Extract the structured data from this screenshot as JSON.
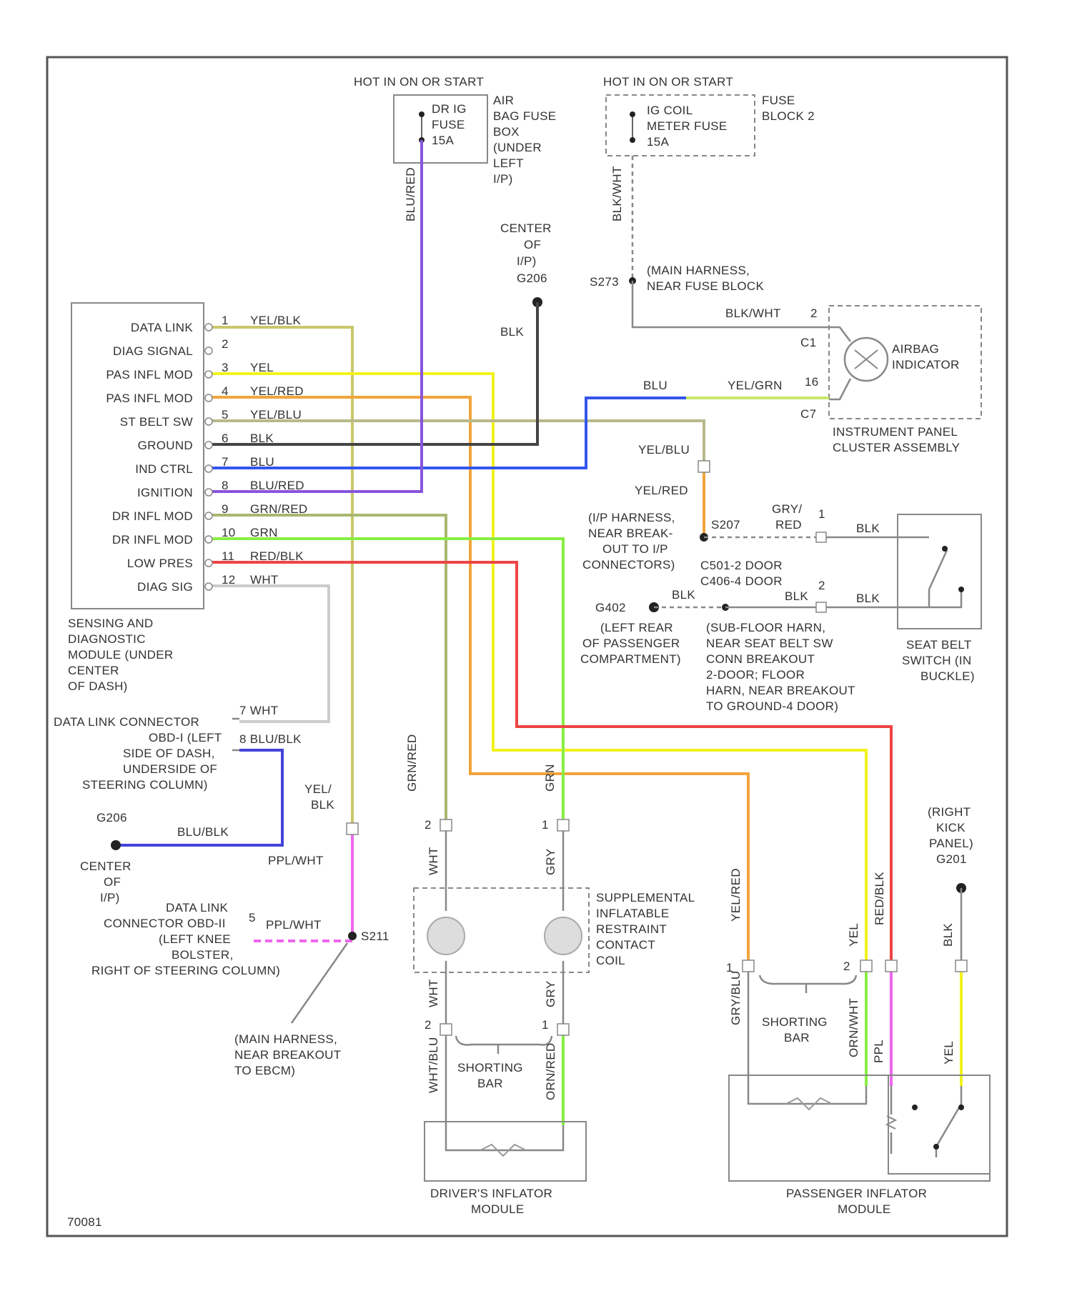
{
  "figure_id": "70081",
  "colors": {
    "yel_blk": "#c8c86a",
    "yel": "#f2f21c",
    "yel_red": "#f2a43a",
    "yel_blu": "#b8b88a",
    "blk": "#444444",
    "blu": "#3355ee",
    "blu_red": "#8855dd",
    "grn_red": "#a8b870",
    "grn": "#88ee44",
    "red_blk": "#ee4444",
    "wht": "#cccccc",
    "ppl_wht": "#ee66ee",
    "blu_blk": "#4444dd",
    "gray": "#999999"
  },
  "top_left": {
    "hot_label": "HOT IN ON OR START",
    "fuse": [
      "DR IG",
      "FUSE",
      "15A"
    ],
    "box_label": [
      "AIR",
      "BAG FUSE",
      "BOX",
      "(UNDER",
      "LEFT",
      "I/P)"
    ],
    "wire": "BLU/RED"
  },
  "top_right": {
    "hot_label": "HOT IN ON OR START",
    "fuse": [
      "IG COIL",
      "METER FUSE",
      "15A"
    ],
    "box_label": [
      "FUSE",
      "BLOCK 2"
    ],
    "wire": "BLK/WHT"
  },
  "ground_g206_top": {
    "label": [
      "CENTER",
      "OF",
      "I/P)",
      "G206"
    ],
    "wire": "BLK"
  },
  "splice_s273": {
    "id": "S273",
    "label": [
      "(MAIN HARNESS,",
      "NEAR FUSE BLOCK"
    ],
    "wire": "BLK/WHT",
    "pin": "2"
  },
  "airbag_indicator": {
    "label": [
      "AIRBAG",
      "INDICATOR"
    ],
    "pins": [
      "C1",
      "16",
      "C7"
    ],
    "wire_yel_grn": "YEL/GRN",
    "wire_blu": "BLU",
    "assembly_label": [
      "INSTRUMENT PANEL",
      "CLUSTER ASSEMBLY"
    ]
  },
  "module": {
    "pins": [
      {
        "label": "DATA LINK",
        "num": "1",
        "wire": "YEL/BLK"
      },
      {
        "label": "DIAG SIGNAL",
        "num": "2",
        "wire": ""
      },
      {
        "label": "PAS INFL MOD",
        "num": "3",
        "wire": "YEL"
      },
      {
        "label": "PAS INFL MOD",
        "num": "4",
        "wire": "YEL/RED"
      },
      {
        "label": "ST BELT SW",
        "num": "5",
        "wire": "YEL/BLU"
      },
      {
        "label": "GROUND",
        "num": "6",
        "wire": "BLK"
      },
      {
        "label": "IND CTRL",
        "num": "7",
        "wire": "BLU"
      },
      {
        "label": "IGNITION",
        "num": "8",
        "wire": "BLU/RED"
      },
      {
        "label": "DR INFL MOD",
        "num": "9",
        "wire": "GRN/RED"
      },
      {
        "label": "DR INFL MOD",
        "num": "10",
        "wire": "GRN"
      },
      {
        "label": "LOW PRES",
        "num": "11",
        "wire": "RED/BLK"
      },
      {
        "label": "DIAG SIG",
        "num": "12",
        "wire": "WHT"
      }
    ],
    "caption": [
      "SENSING AND",
      "DIAGNOSTIC",
      "MODULE (UNDER",
      "CENTER",
      "OF DASH)"
    ]
  },
  "dlc_left": {
    "label": [
      "DATA LINK CONNECTOR",
      "OBD-I (LEFT",
      "SIDE OF DASH,",
      "UNDERSIDE OF",
      "STEERING COLUMN)"
    ],
    "pin7": "7 WHT",
    "pin8": "8 BLU/BLK"
  },
  "ground_g206_left": {
    "id": "G206",
    "label": [
      "CENTER",
      "OF",
      "I/P)"
    ],
    "wire": "BLU/BLK"
  },
  "yel_blk_drop": {
    "label": [
      "YEL/",
      "BLK"
    ],
    "ppl_wht": "PPL/WHT"
  },
  "dlc_right": {
    "label": [
      "DATA LINK",
      "CONNECTOR OBD-II",
      "(LEFT KNEE",
      "BOLSTER,",
      "RIGHT OF STEERING COLUMN)"
    ],
    "pin": "5",
    "wire": "PPL/WHT",
    "splice": "S211",
    "note": [
      "(MAIN HARNESS,",
      "NEAR BREAKOUT",
      "TO EBCM)"
    ]
  },
  "seat_belt": {
    "yel_blu": "YEL/BLU",
    "yel_red": "YEL/RED",
    "harness_label": [
      "(I/P HARNESS,",
      "NEAR BREAK-",
      "OUT TO I/P",
      "CONNECTORS)"
    ],
    "splice_s207": "S207",
    "pin1_wires": [
      "GRY/",
      "RED"
    ],
    "pin1": "1",
    "blk": "BLK",
    "pin2": "2",
    "c_label": [
      "C501-2 DOOR",
      "C406-4 DOOR"
    ],
    "ground_g402": "G402",
    "g402_label": [
      "(LEFT REAR",
      "OF PASSENGER",
      "COMPARTMENT)"
    ],
    "floor_label": [
      "(SUB-FLOOR HARN,",
      "NEAR SEAT BELT SW",
      "CONN BREAKOUT",
      "2-DOOR; FLOOR",
      "HARN, NEAR BREAKOUT",
      "TO GROUND-4 DOOR)"
    ],
    "switch_label": [
      "SEAT BELT",
      "SWITCH (IN",
      "BUCKLE)"
    ]
  },
  "driver": {
    "wires_top": [
      "GRN/RED",
      "GRN"
    ],
    "pins_top": [
      "2",
      "1"
    ],
    "wires_mid": [
      "WHT",
      "GRY"
    ],
    "contact_coil_label": [
      "SUPPLEMENTAL",
      "INFLATABLE",
      "RESTRAINT",
      "CONTACT",
      "COIL"
    ],
    "wires_bottom": [
      "WHT",
      "GRY"
    ],
    "pins_bottom": [
      "2",
      "1"
    ],
    "shorting_bar": [
      "SHORTING",
      "BAR"
    ],
    "wires_lower": [
      "WHT/BLU",
      "ORN/RED"
    ],
    "module_label": [
      "DRIVER'S INFLATOR",
      "MODULE"
    ]
  },
  "passenger": {
    "ground_label": [
      "(RIGHT",
      "KICK",
      "PANEL)",
      "G201"
    ],
    "wire_blk": "BLK",
    "wires_top": [
      "YEL/RED",
      "YEL",
      "RED/BLK"
    ],
    "pins_top": [
      "1",
      "2"
    ],
    "shorting_bar": [
      "SHORTING",
      "BAR"
    ],
    "wires_lower": [
      "GRY/BLU",
      "ORN/WHT",
      "PPL",
      "YEL"
    ],
    "module_label": [
      "PASSENGER INFLATOR",
      "MODULE"
    ]
  }
}
